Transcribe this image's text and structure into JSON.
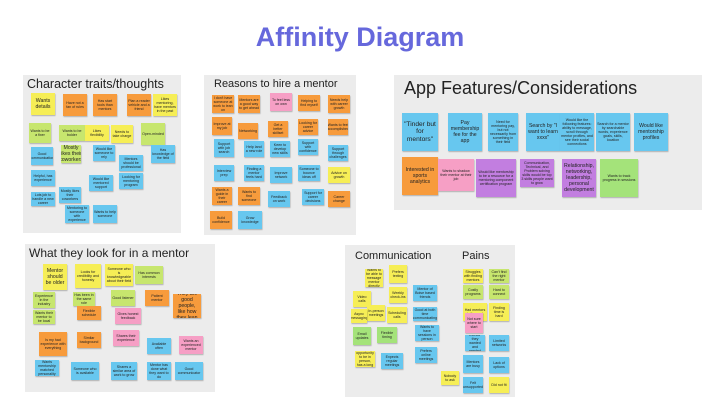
{
  "title": "Affinity Diagram",
  "boards": {
    "character": {
      "title": "Character traits/thoughts",
      "notes": [
        "Wants details",
        "Have not a fan of rules",
        "Has start tools than mentors",
        "Plan a reader vehicle and a friend",
        "Likes mentoring, have mentors in the past",
        "Open-minded",
        "Wants to be a fixer",
        "Wants to be bolder",
        "Likes flexibility",
        "Needs to take charge",
        "Good communication",
        "Has knowledge of the field",
        "Mostly likes their coworkers",
        "Would like someone to rely",
        "Mentors should be professional",
        "Helpful, has experience",
        "Lots job to handle a new career",
        "Mostly likes their coworkers",
        "Would like mentored support",
        "Looking for mentoring program",
        "Mentoring to someone with experience",
        "Wants to help someone"
      ]
    },
    "reasons": {
      "title": "Reasons to hire a mentor",
      "notes": [
        "I don't have someone at work to lean on",
        "Mentors are a good way to get ahead",
        "To feel less on own",
        "Helping to find myself",
        "Needs help with career growth",
        "Improve at my job",
        "Networking",
        "Get a better skillset",
        "Looking for career advice",
        "Wants to feel accomplished",
        "Support with job search",
        "Help land a new role",
        "Keen to develop new skills",
        "Support with confidence",
        "Support through challenges",
        "Interview prep",
        "Finding a mentor feels hard",
        "Improve network",
        "Someone to bounce ideas off",
        "Advice on growth",
        "Wants a guide in their career",
        "Wants to find someone",
        "Feedback on work",
        "Support for career decisions",
        "Career change",
        "Build confidence",
        "Grow knowledge"
      ]
    },
    "features": {
      "title": "App Features/Considerations",
      "notes": [
        "\"Tinder but for mentors\"",
        "Pay membership fee for the app",
        "Need for mentoring pay, but not necessarily from something in their field",
        "Search by \"I want to learn xxxx\"",
        "Would like the following features: ability to message, scroll through mentor profiles, and see their social connections",
        "Search for a mentor by searchable words, experience goals, skills, location",
        "Would like mentorship profiles",
        "Interested in sports analytics",
        "Wants to shadow their mentor at their job",
        "Would like mentorship to be a resource for a mentoring component certification program",
        "Communication, Technical, and Problem solving skills would be top 3 skills people want to grow",
        "Relationship, networking, leadership, personal development",
        "Wants to track progress in sessions"
      ]
    },
    "look": {
      "title": "What they look for in a mentor",
      "notes": [
        "Mentor should be older",
        "Looks for credibility and honesty",
        "Someone who is knowledgeable about their field",
        "Has common interests",
        "Experience in the industry",
        "Has been in the same role",
        "Good listener",
        "Patient mentor",
        "Wants their mentor to be local",
        "Flexible schedule",
        "Gives honest feedback",
        "They are good people, like how they lean",
        "Is my had experience with everything",
        "Similar background",
        "Shares their experience",
        "Wants mentorship matched personality",
        "Someone who is available",
        "Shares a similar area of work to grow",
        "Mentor has done what they want to do",
        "Good communicator",
        "Available often",
        "Wants an experienced mentor"
      ]
    },
    "comm": {
      "title": "Communication",
      "title2": "Pains",
      "notes": [
        "Wants to be able to message mentor directly",
        "Prefers texting",
        "Video calls",
        "Weekly check-ins",
        "In-person meetings",
        "Async messaging",
        "Scheduling calls",
        "Mentor of Boise based friends",
        "Good at both time communicating",
        "Wants to have sessions in person",
        "Prefers online meetings",
        "Email updates",
        "Flexible timing",
        "Has no opportunity to be in person, has a long commute",
        "Expects regular meetings",
        "Struggles with finding mentors",
        "Can't find the right mentor",
        "Costly programs",
        "Hard to connect",
        "Had mentors in the past",
        "Finding time is hard",
        "Wasn't the mentor they wanted and needed growing",
        "Limited networks",
        "Not sure where to start",
        "Mentors are busy",
        "Lack of options",
        "Felt unsupported",
        "Did not fit",
        "Nobody to ask"
      ]
    }
  }
}
